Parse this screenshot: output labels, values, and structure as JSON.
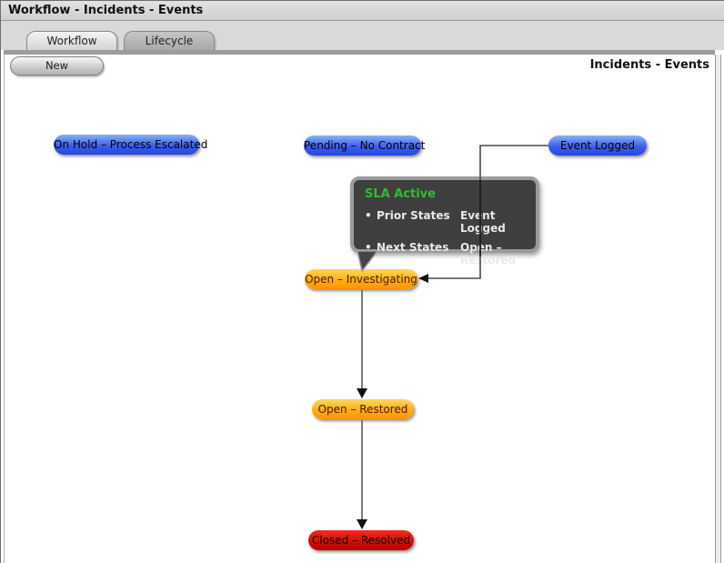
{
  "window": {
    "title": "Workflow - Incidents - Events"
  },
  "tabs": [
    {
      "label": "Workflow",
      "active": true
    },
    {
      "label": "Lifecycle",
      "active": false
    }
  ],
  "toolbar": {
    "new_button": "New",
    "context_title": "Incidents - Events"
  },
  "diagram": {
    "nodes": [
      {
        "id": "on-hold-process-escalated",
        "label": "On Hold – Process Escalated",
        "color": "#2f55e8"
      },
      {
        "id": "pending-no-contract",
        "label": "Pending – No Contract",
        "color": "#2f55e8"
      },
      {
        "id": "event-logged",
        "label": "Event Logged",
        "color": "#2f55e8"
      },
      {
        "id": "open-investigating",
        "label": "Open – Investigating",
        "color": "#ff9b06"
      },
      {
        "id": "open-restored",
        "label": "Open – Restored",
        "color": "#ff9b06"
      },
      {
        "id": "closed-resolved",
        "label": "Closed – Resolved",
        "color": "#cc0000"
      }
    ],
    "edges": [
      {
        "from": "event-logged",
        "to": "open-investigating"
      },
      {
        "from": "open-investigating",
        "to": "open-restored"
      },
      {
        "from": "open-restored",
        "to": "closed-resolved"
      }
    ],
    "tooltip": {
      "title": "SLA Active",
      "title_color": "#2ebe2e",
      "rows": [
        {
          "bullet": "•",
          "label": "Prior States",
          "value": "Event Logged"
        },
        {
          "bullet": "•",
          "label": "Next States",
          "value": "Open – Restored"
        }
      ]
    }
  }
}
